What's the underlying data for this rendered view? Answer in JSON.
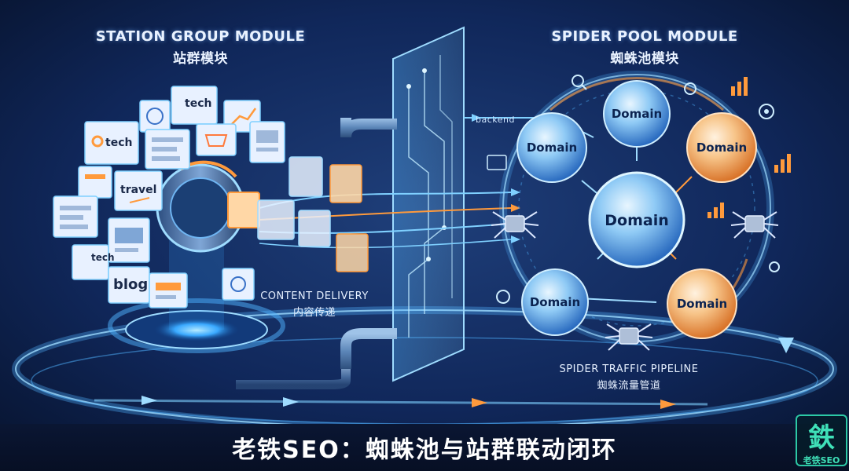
{
  "left_module": {
    "title": "STATION GROUP MODULE",
    "subtitle": "站群模块"
  },
  "right_module": {
    "title": "SPIDER POOL MODULE",
    "subtitle": "蜘蛛池模块"
  },
  "content_delivery": {
    "title": "CONTENT DELIVERY",
    "subtitle": "内容传递"
  },
  "pipeline": {
    "title": "SPIDER TRAFFIC PIPELINE",
    "subtitle": "蜘蛛流量管道"
  },
  "backend_label": "backend",
  "site_cards": [
    {
      "label": "tech"
    },
    {
      "label": "tech"
    },
    {
      "label": "travel"
    },
    {
      "label": "tech"
    },
    {
      "label": "blog"
    }
  ],
  "domains": {
    "center": "Domain",
    "top": "Domain",
    "left": "Domain",
    "right": "Domain",
    "bottom_left": "Domain",
    "bottom_right": "Domain"
  },
  "banner": {
    "text": "老铁SEO：蜘蛛池与站群联动闭环"
  },
  "logo": {
    "glyph": "鉄",
    "caption": "老铁SEO"
  },
  "colors": {
    "background": "#0b1a3a",
    "glow_blue": "#4fb3ff",
    "glow_orange": "#ff9a3c",
    "logo_teal": "#3fe0b8"
  },
  "icons": [
    "globe-icon",
    "cart-icon",
    "image-icon",
    "chart-icon",
    "spider-icon",
    "gear-icon",
    "search-icon"
  ]
}
